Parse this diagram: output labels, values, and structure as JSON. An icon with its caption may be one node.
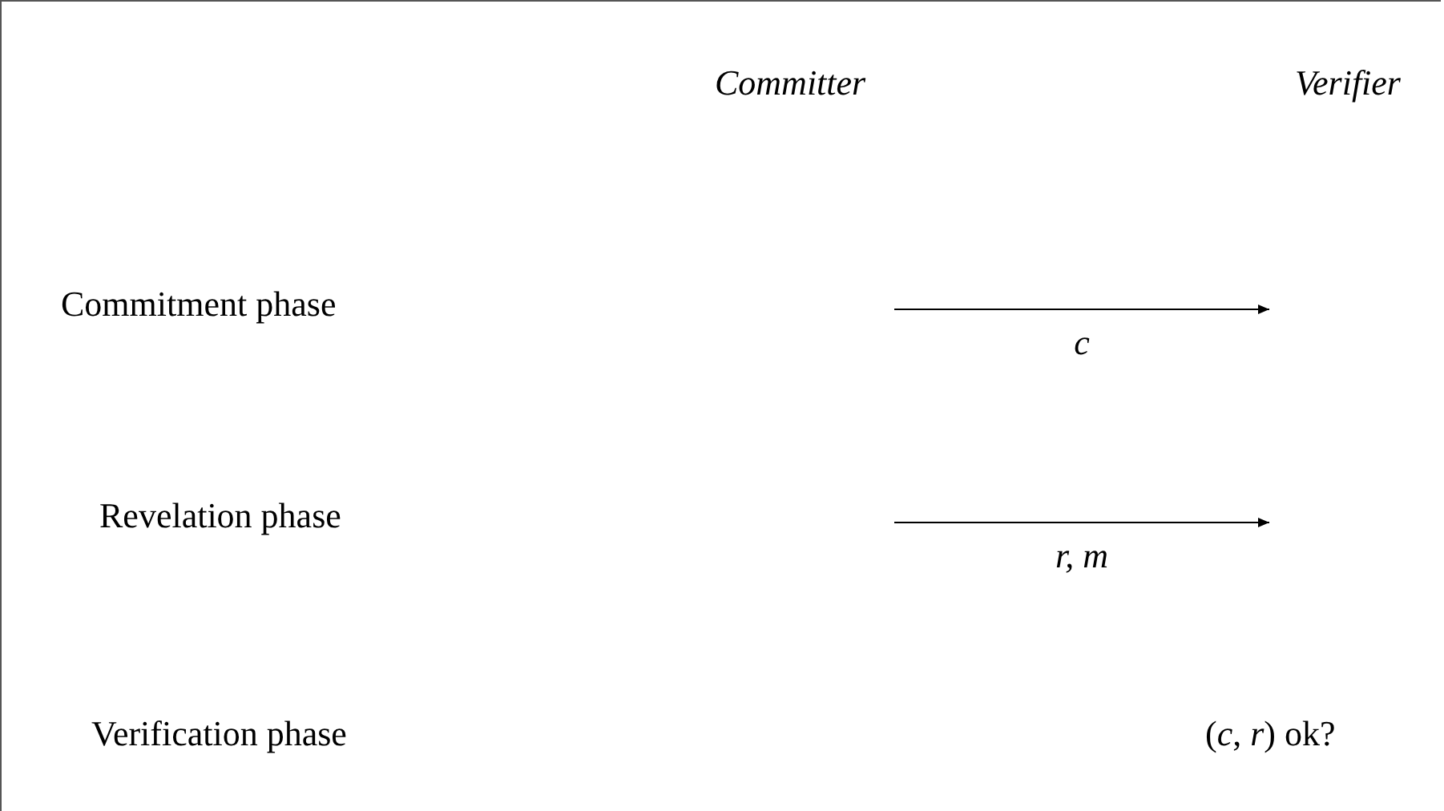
{
  "diagram": {
    "nodes": [
      {
        "text": [
          "Committer"
        ]
      },
      {
        "text": [
          "Verifier"
        ]
      },
      {
        "text": [
          "Commitment phase"
        ]
      },
      {
        "text": [
          "Revelation phase"
        ]
      },
      {
        "text": [
          "Verification phase"
        ]
      },
      {
        "text": [
          "(*c*, *r*) ok?"
        ]
      }
    ],
    "labels": [
      "c",
      "r, m"
    ]
  }
}
